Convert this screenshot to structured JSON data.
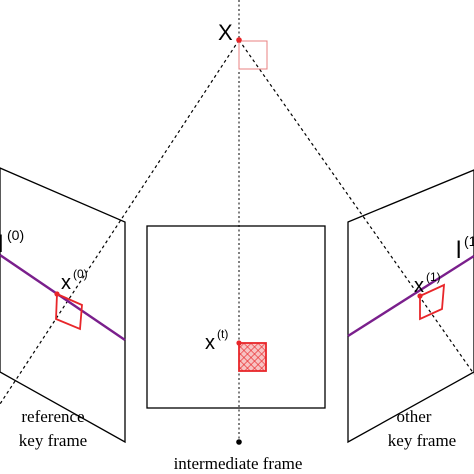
{
  "point_label": "X",
  "reference_frame": {
    "line_label": "l",
    "line_superscript": "(0)",
    "point_label": "x",
    "point_superscript": "(0)",
    "caption_line1": "reference",
    "caption_line2": "key frame"
  },
  "intermediate_frame": {
    "point_label": "x",
    "point_superscript": "(t)",
    "caption": "intermediate frame"
  },
  "other_frame": {
    "line_label": "l",
    "line_superscript": "(1",
    "point_label": "x",
    "point_superscript": "(1)",
    "caption_line1": "other",
    "caption_line2": "key frame"
  },
  "colors": {
    "epipolar_line": "#7a1f8c",
    "patch": "#e8262a",
    "hatch_fill": "#f4a0a0",
    "frame_stroke": "#000000"
  }
}
